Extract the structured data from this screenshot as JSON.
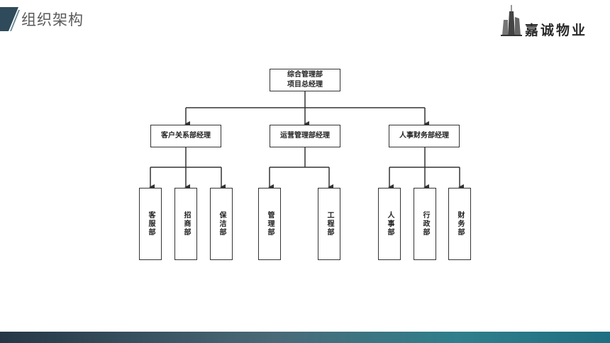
{
  "page": {
    "title": "组织架构"
  },
  "logo": {
    "text": "嘉诚物业"
  },
  "org_chart": {
    "root": {
      "line1": "综合管理部",
      "line2": "项目总经理"
    },
    "managers": [
      {
        "label": "客户关系部经理",
        "departments": [
          "客服部",
          "招商部",
          "保洁部"
        ]
      },
      {
        "label": "运营管理部经理",
        "departments": [
          "管理部",
          "工程部"
        ]
      },
      {
        "label": "人事财务部经理",
        "departments": [
          "人事部",
          "行政部",
          "财务部"
        ]
      }
    ]
  },
  "colors": {
    "line": "#333333",
    "title": "#5a5a5a",
    "accent_dark": "#253746",
    "accent_teal": "#2f7f8c"
  }
}
